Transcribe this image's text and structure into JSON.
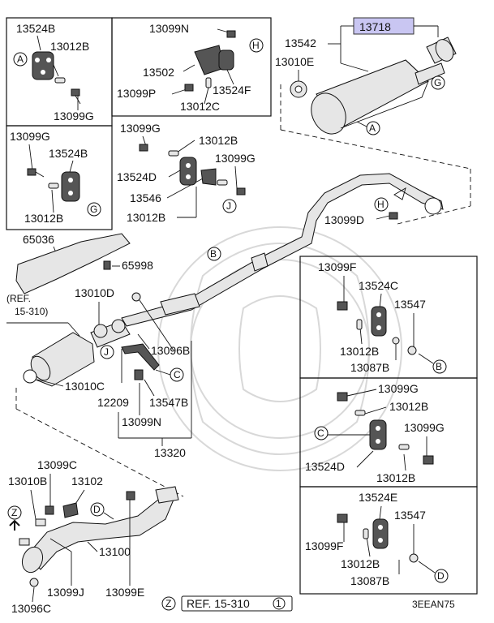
{
  "parts": {
    "p13718": "13718",
    "p13542": "13542",
    "p13010E": "13010E",
    "p13524B_a": "13524B",
    "p13012B_a": "13012B",
    "p13099G_a": "13099G",
    "p13099N_top": "13099N",
    "p13502": "13502",
    "p13099P": "13099P",
    "p13012C": "13012C",
    "p13524F": "13524F",
    "p13099G_b": "13099G",
    "p13524B_b": "13524B",
    "p13012B_b": "13012B",
    "p13099G_c": "13099G",
    "p13012B_c": "13012B",
    "p13099G_d": "13099G",
    "p13524D_a": "13524D",
    "p13546": "13546",
    "p13012B_d": "13012B",
    "p13099D": "13099D",
    "p65036": "65036",
    "p65998": "65998",
    "p13010D": "13010D",
    "ref_a_line1": "(REF.",
    "ref_a_line2": "15-310)",
    "p13096B": "13096B",
    "p13010C": "13010C",
    "p12209": "12209",
    "p13547B": "13547B",
    "p13099N_mid": "13099N",
    "p13320": "13320",
    "p13099F_a": "13099F",
    "p13524C": "13524C",
    "p13547_a": "13547",
    "p13012B_e": "13012B",
    "p13087B_a": "13087B",
    "p13099G_e": "13099G",
    "p13012B_f": "13012B",
    "p13099G_f": "13099G",
    "p13524D_b": "13524D",
    "p13012B_g": "13012B",
    "p13524E": "13524E",
    "p13547_b": "13547",
    "p13099F_b": "13099F",
    "p13012B_h": "13012B",
    "p13087B_b": "13087B",
    "p13099C": "13099C",
    "p13010B": "13010B",
    "p13102": "13102",
    "p13100": "13100",
    "p13099J": "13099J",
    "p13099E": "13099E",
    "p13096C": "13096C"
  },
  "markers": {
    "A": "A",
    "B": "B",
    "C": "C",
    "D": "D",
    "G": "G",
    "H": "H",
    "J": "J",
    "Z": "Z"
  },
  "footer": {
    "ref_text": "REF. 15-310",
    "ref_num": "1",
    "diagram_code": "3EEAN75"
  }
}
